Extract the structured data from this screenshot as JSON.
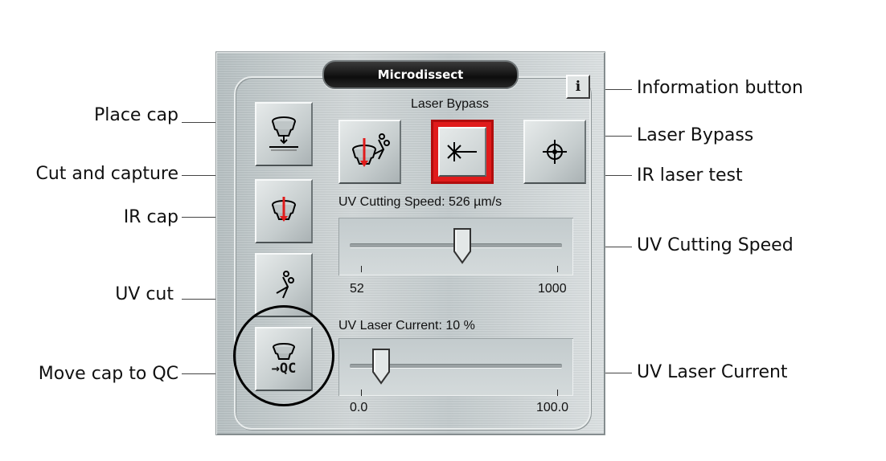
{
  "panel": {
    "title": "Microdissect",
    "laser_bypass_caption": "Laser Bypass",
    "info_button_label": "i",
    "uv_cutting_speed": {
      "label": "UV Cutting Speed: 526 µm/s",
      "value": 526,
      "min_label": "52",
      "max_label": "1000",
      "min": 52,
      "max": 1000
    },
    "uv_laser_current": {
      "label": "UV Laser Current: 10 %",
      "value": 10,
      "min_label": "0.0",
      "max_label": "100.0",
      "min": 0,
      "max": 100
    },
    "move_cap_qc_text": "→QC"
  },
  "callouts": {
    "place_cap": "Place cap",
    "cut_and_capture": "Cut and capture",
    "ir_cap": "IR cap",
    "uv_cut": "UV cut",
    "move_cap_to_qc": "Move cap to QC",
    "information_button": "Information button",
    "laser_bypass": "Laser Bypass",
    "ir_laser_test": "IR laser test",
    "uv_cutting_speed": "UV Cutting Speed",
    "uv_laser_current": "UV Laser Current"
  },
  "colors": {
    "active_red": "#e01b1b",
    "panel_metal": "#c8cfd0",
    "title_black": "#111111"
  }
}
